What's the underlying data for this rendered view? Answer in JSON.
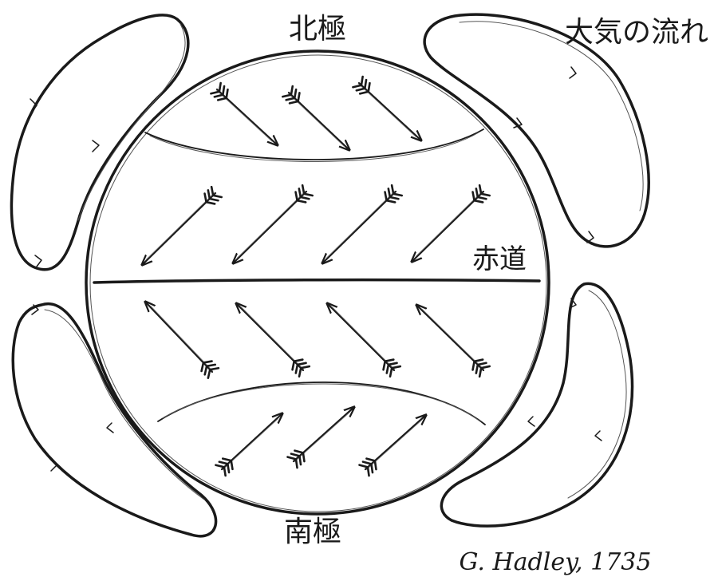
{
  "labels": {
    "north_pole": "北極",
    "south_pole": "南極",
    "equator": "赤道",
    "atmosphere_flow": "大気の流れ"
  },
  "signature": "G. Hadley, 1735",
  "icons": {
    "wind_arrow": "feathered-arrow-icon",
    "circulation": "circulation-loop-icon"
  },
  "colors": {
    "ink": "#1a1a1a",
    "background": "#ffffff"
  }
}
